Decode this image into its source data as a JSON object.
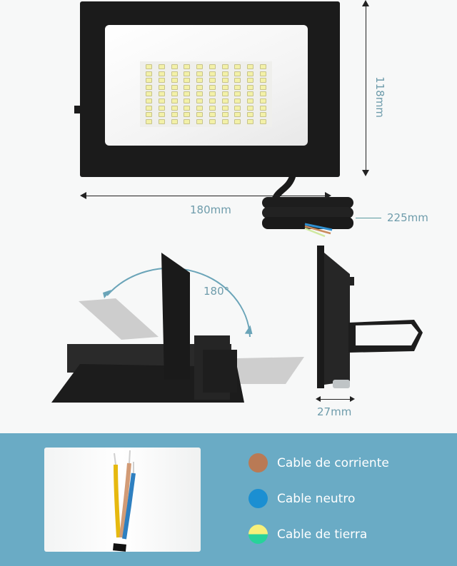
{
  "dimensions": {
    "height_label": "118mm",
    "width_label": "180mm",
    "cable_label": "225mm",
    "rotation_label": "180°",
    "depth_label": "27mm"
  },
  "product": {
    "led_grid": {
      "columns": 10,
      "rows": 9
    }
  },
  "cable_legend": {
    "items": [
      {
        "label": "Cable de corriente",
        "color": "#b97a55"
      },
      {
        "label": "Cable neutro",
        "color": "#1b8fd2"
      },
      {
        "label": "Cable de tierra",
        "color_top": "#f7f07a",
        "color_bottom": "#27d39a"
      }
    ]
  },
  "colors": {
    "panel_bg": "#6aabc5",
    "dimension_text": "#6e9cab",
    "page_bg": "#f7f8f8"
  }
}
